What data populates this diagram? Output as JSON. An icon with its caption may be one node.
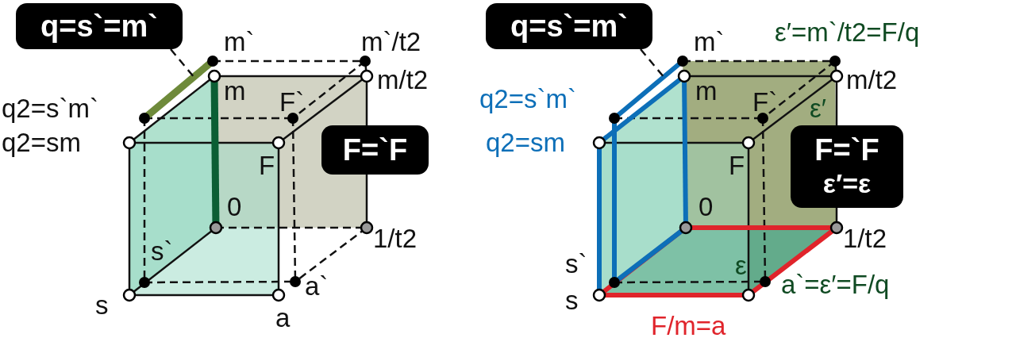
{
  "diagram": {
    "nodes": [
      {
        "text": [
          "q=s`=m`"
        ]
      },
      {
        "text": [
          "F=`F"
        ]
      },
      {
        "text": [
          "q=s`=m`"
        ]
      },
      {
        "text": [
          "F=`F",
          "ε′=ε"
        ]
      }
    ],
    "edges": [
      {
        "from": 0,
        "to": null,
        "arrow": "none",
        "style": "dashed"
      },
      {
        "from": 2,
        "to": null,
        "arrow": "none",
        "style": "dashed"
      }
    ],
    "labels": [
      "m`",
      "m`/t2",
      "m",
      "m/t2",
      "q2=s`m`",
      "F`",
      "q2=sm",
      "F",
      "0",
      "1/t2",
      "s`",
      "a`",
      "s",
      "a",
      "m`",
      "ε′=m`/t2=F/q",
      "q2=s`m`",
      "m",
      "m/t2",
      "F`",
      "ε′",
      "q2=sm",
      "F",
      "0",
      "1/t2",
      "s`",
      "ε",
      "a`=ε′=F/q",
      "s",
      "F/m=a"
    ]
  }
}
